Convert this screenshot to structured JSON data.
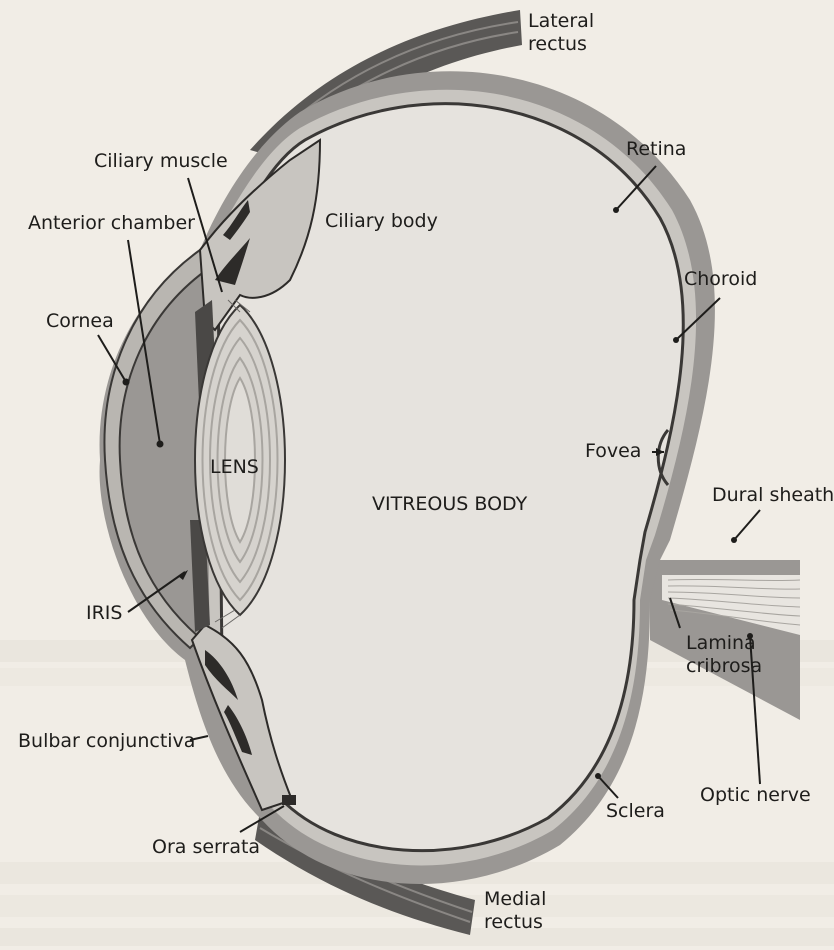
{
  "diagram": {
    "labels": {
      "lateral_rectus": [
        "Lateral",
        "rectus"
      ],
      "ciliary_muscle": "Ciliary muscle",
      "retina": "Retina",
      "anterior_chamber": "Anterior chamber",
      "ciliary_body": "Ciliary body",
      "choroid": "Choroid",
      "cornea": "Cornea",
      "lens": "LENS",
      "fovea": "Fovea",
      "vitreous_body": "VITREOUS BODY",
      "dural_sheath": "Dural sheath",
      "iris": "IRIS",
      "lamina_cribrosa": [
        "Lamina",
        "cribrosa"
      ],
      "bulbar_conjunctiva": "Bulbar conjunctiva",
      "optic_nerve": "Optic nerve",
      "sclera": "Sclera",
      "ora_serrata": "Ora serrata",
      "medial_rectus": [
        "Medial",
        "rectus"
      ]
    },
    "colors": {
      "paper": "#f1ede6",
      "sclera": "#9a9794",
      "choroid": "#c8c5c0",
      "vitreous": "#e6e3de",
      "lens": "#d6d3ce",
      "muscle": "#5a5856",
      "ink": "#1e1d1b"
    }
  }
}
